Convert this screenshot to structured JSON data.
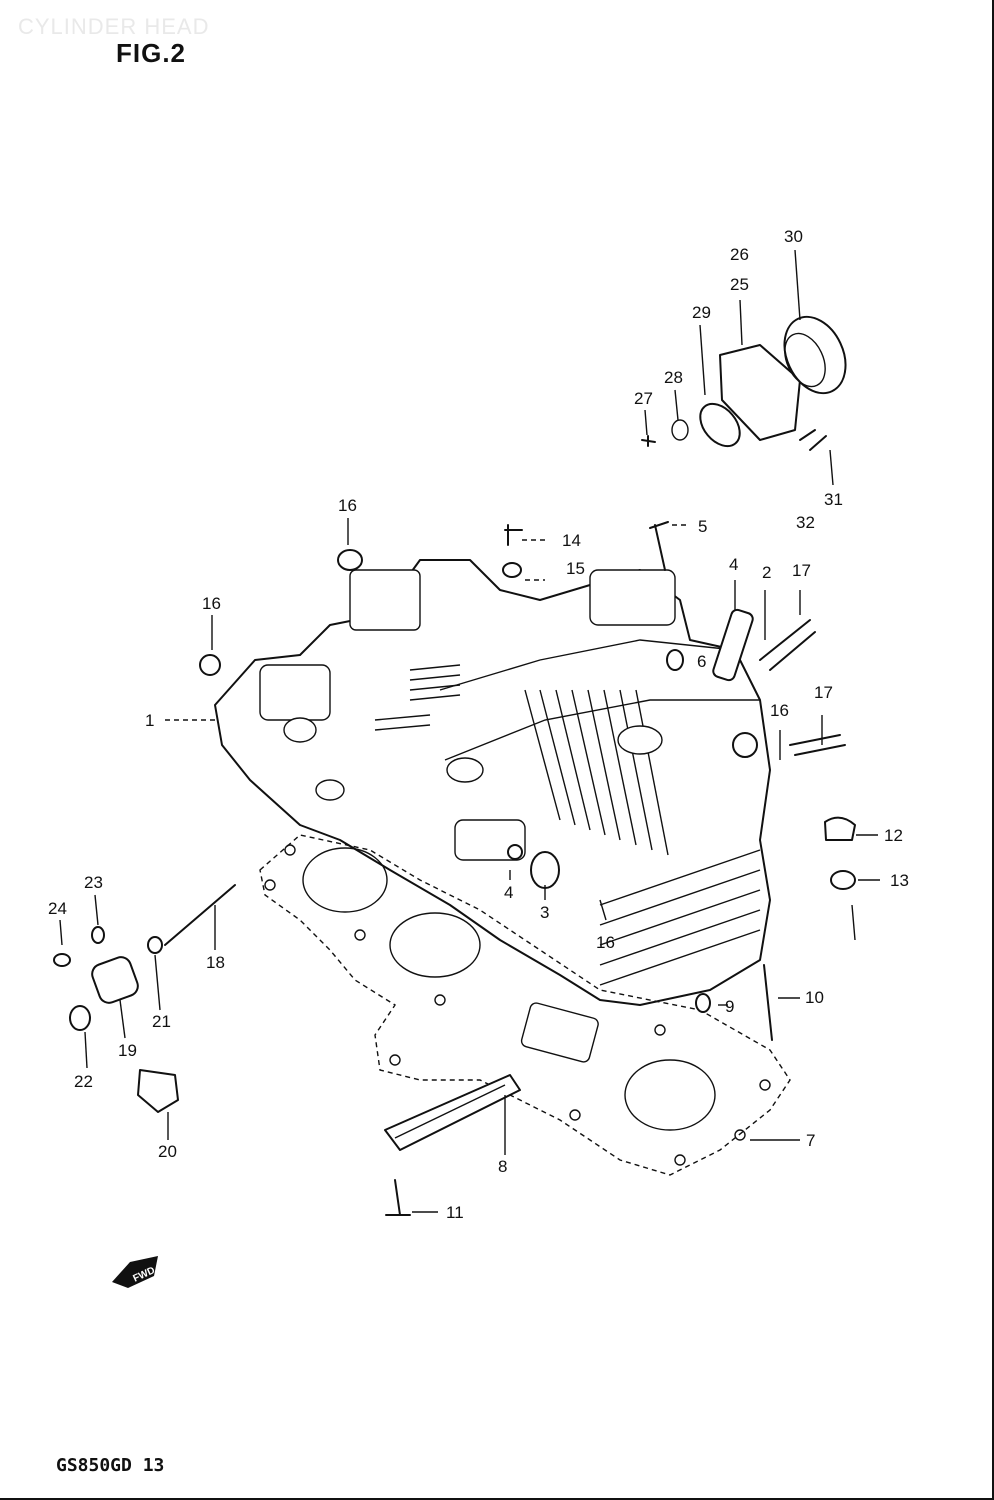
{
  "header": {
    "section_title": "CYLINDER HEAD",
    "figure_label": "FIG.2"
  },
  "footer": {
    "model_code": "GS850GD 13"
  },
  "direction_marker": "FWD",
  "callouts": {
    "c1": "1",
    "c2": "2",
    "c3": "3",
    "c4a": "4",
    "c4b": "4",
    "c5": "5",
    "c6": "6",
    "c7": "7",
    "c8": "8",
    "c9": "9",
    "c10": "10",
    "c11": "11",
    "c12": "12",
    "c13": "13",
    "c14": "14",
    "c15": "15",
    "c16a": "16",
    "c16b": "16",
    "c16c": "16",
    "c16d": "16",
    "c17a": "17",
    "c17b": "17",
    "c18": "18",
    "c19": "19",
    "c20": "20",
    "c21": "21",
    "c22": "22",
    "c23": "23",
    "c24": "24",
    "c25": "25",
    "c26": "26",
    "c27": "27",
    "c28": "28",
    "c29": "29",
    "c30": "30",
    "c31": "31",
    "c32": "32"
  },
  "colors": {
    "ink": "#111111",
    "paper": "#ffffff"
  }
}
